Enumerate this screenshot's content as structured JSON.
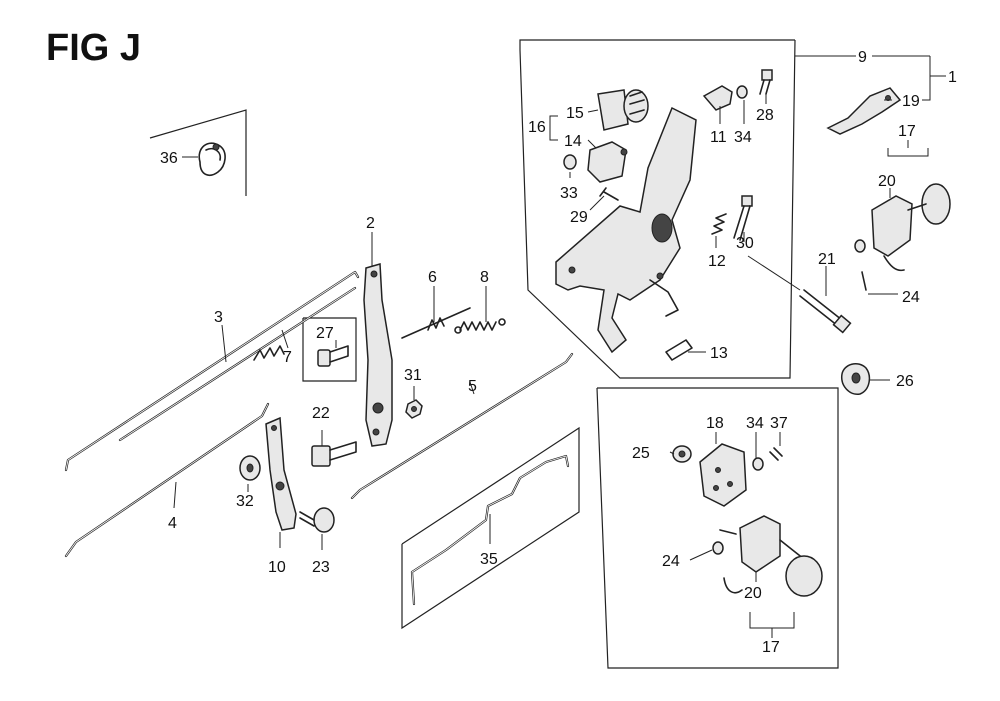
{
  "figure": {
    "title": "FIG J"
  },
  "callouts": [
    {
      "id": "c1",
      "label": "1"
    },
    {
      "id": "c2",
      "label": "2"
    },
    {
      "id": "c3",
      "label": "3"
    },
    {
      "id": "c4",
      "label": "4"
    },
    {
      "id": "c5",
      "label": "5"
    },
    {
      "id": "c6",
      "label": "6"
    },
    {
      "id": "c7",
      "label": "7"
    },
    {
      "id": "c8",
      "label": "8"
    },
    {
      "id": "c9",
      "label": "9"
    },
    {
      "id": "c10",
      "label": "10"
    },
    {
      "id": "c11",
      "label": "11"
    },
    {
      "id": "c12",
      "label": "12"
    },
    {
      "id": "c13",
      "label": "13"
    },
    {
      "id": "c14",
      "label": "14"
    },
    {
      "id": "c15",
      "label": "15"
    },
    {
      "id": "c16",
      "label": "16"
    },
    {
      "id": "c17a",
      "label": "17"
    },
    {
      "id": "c17b",
      "label": "17"
    },
    {
      "id": "c18",
      "label": "18"
    },
    {
      "id": "c19",
      "label": "19"
    },
    {
      "id": "c20a",
      "label": "20"
    },
    {
      "id": "c20b",
      "label": "20"
    },
    {
      "id": "c21",
      "label": "21"
    },
    {
      "id": "c22",
      "label": "22"
    },
    {
      "id": "c23",
      "label": "23"
    },
    {
      "id": "c24a",
      "label": "24"
    },
    {
      "id": "c24b",
      "label": "24"
    },
    {
      "id": "c25",
      "label": "25"
    },
    {
      "id": "c26",
      "label": "26"
    },
    {
      "id": "c27",
      "label": "27"
    },
    {
      "id": "c28",
      "label": "28"
    },
    {
      "id": "c29",
      "label": "29"
    },
    {
      "id": "c30",
      "label": "30"
    },
    {
      "id": "c31",
      "label": "31"
    },
    {
      "id": "c32",
      "label": "32"
    },
    {
      "id": "c33",
      "label": "33"
    },
    {
      "id": "c34a",
      "label": "34"
    },
    {
      "id": "c34b",
      "label": "34"
    },
    {
      "id": "c35",
      "label": "35"
    },
    {
      "id": "c36",
      "label": "36"
    },
    {
      "id": "c37",
      "label": "37"
    }
  ]
}
